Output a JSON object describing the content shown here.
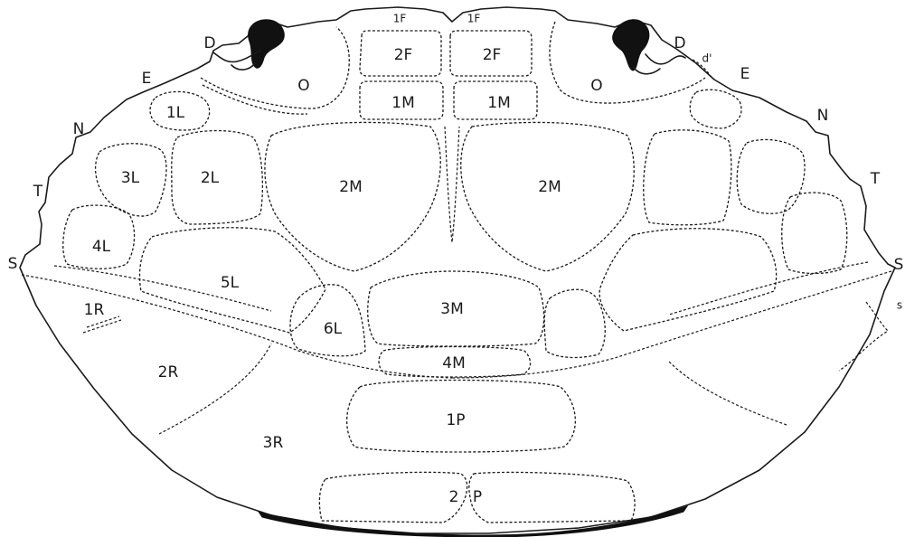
{
  "labels": {
    "f1_left": "1F",
    "f1_right": "1F",
    "f2_left": "2F",
    "f2_right": "2F",
    "m1_left": "1M",
    "m1_right": "1M",
    "m2_left": "2M",
    "m2_right": "2M",
    "m3": "3M",
    "m4": "4M",
    "l1": "1L",
    "l2": "2L",
    "l3": "3L",
    "l4": "4L",
    "l5": "5L",
    "l6": "6L",
    "r1": "1R",
    "r2": "2R",
    "r3": "3R",
    "p1": "1P",
    "p2_num": "2",
    "p2_letter": "P",
    "orbit_left": "O",
    "orbit_right": "O",
    "d_left": "D",
    "d_right": "D",
    "d_prime": "d'",
    "e_left": "E",
    "e_right": "E",
    "n_left": "N",
    "n_right": "N",
    "t_left": "T",
    "t_right": "T",
    "s_left": "S",
    "s_right": "S",
    "s_small": "s"
  },
  "colors": {
    "line": "#1a1a1a",
    "eye": "#111111",
    "background": "#ffffff"
  }
}
